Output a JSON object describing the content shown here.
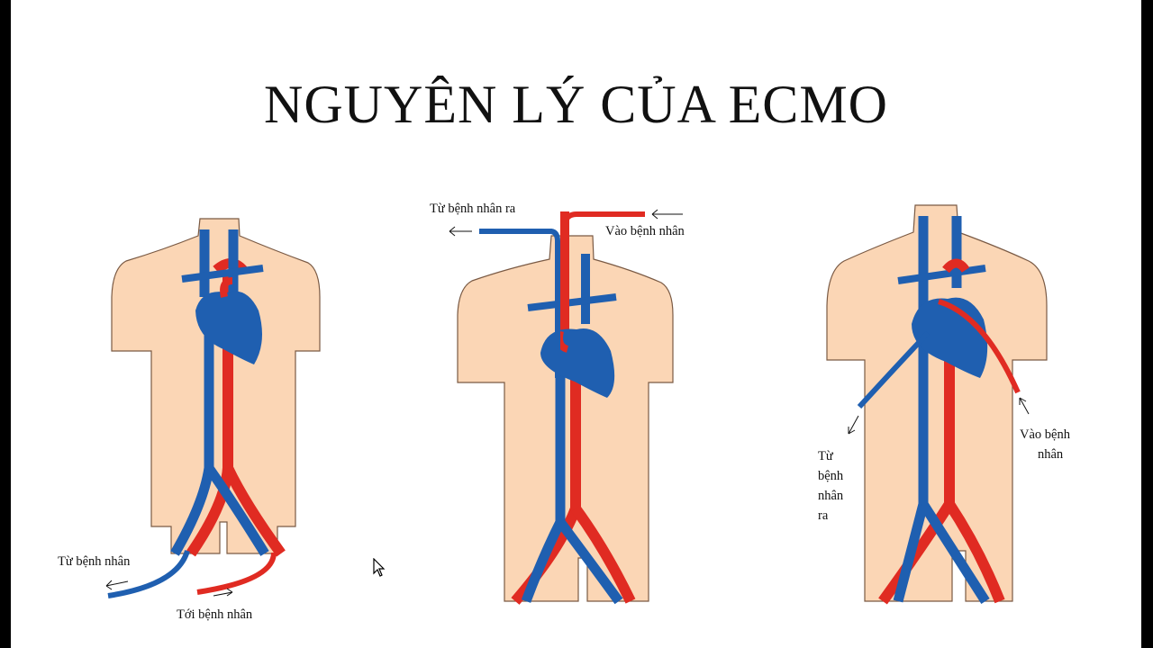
{
  "title": "NGUYÊN LÝ CỦA ECMO",
  "colors": {
    "skin": "#fbd6b5",
    "skin_outline": "#7a5a44",
    "vein": "#1f5fb0",
    "artery": "#e02b22",
    "background": "#ffffff"
  },
  "figures": [
    {
      "labels": {
        "out": "Từ bệnh nhân",
        "in": "Tới bệnh nhân"
      }
    },
    {
      "labels": {
        "out": "Từ bệnh nhân ra",
        "in": "Vào bệnh nhân"
      }
    },
    {
      "labels": {
        "out_lines": [
          "Từ",
          "bệnh",
          "nhân",
          "ra"
        ],
        "in_lines": [
          "Vào bệnh",
          "nhân"
        ]
      }
    }
  ],
  "icons": [
    "heart-icon",
    "arrow-icon",
    "mouse-cursor-icon"
  ]
}
